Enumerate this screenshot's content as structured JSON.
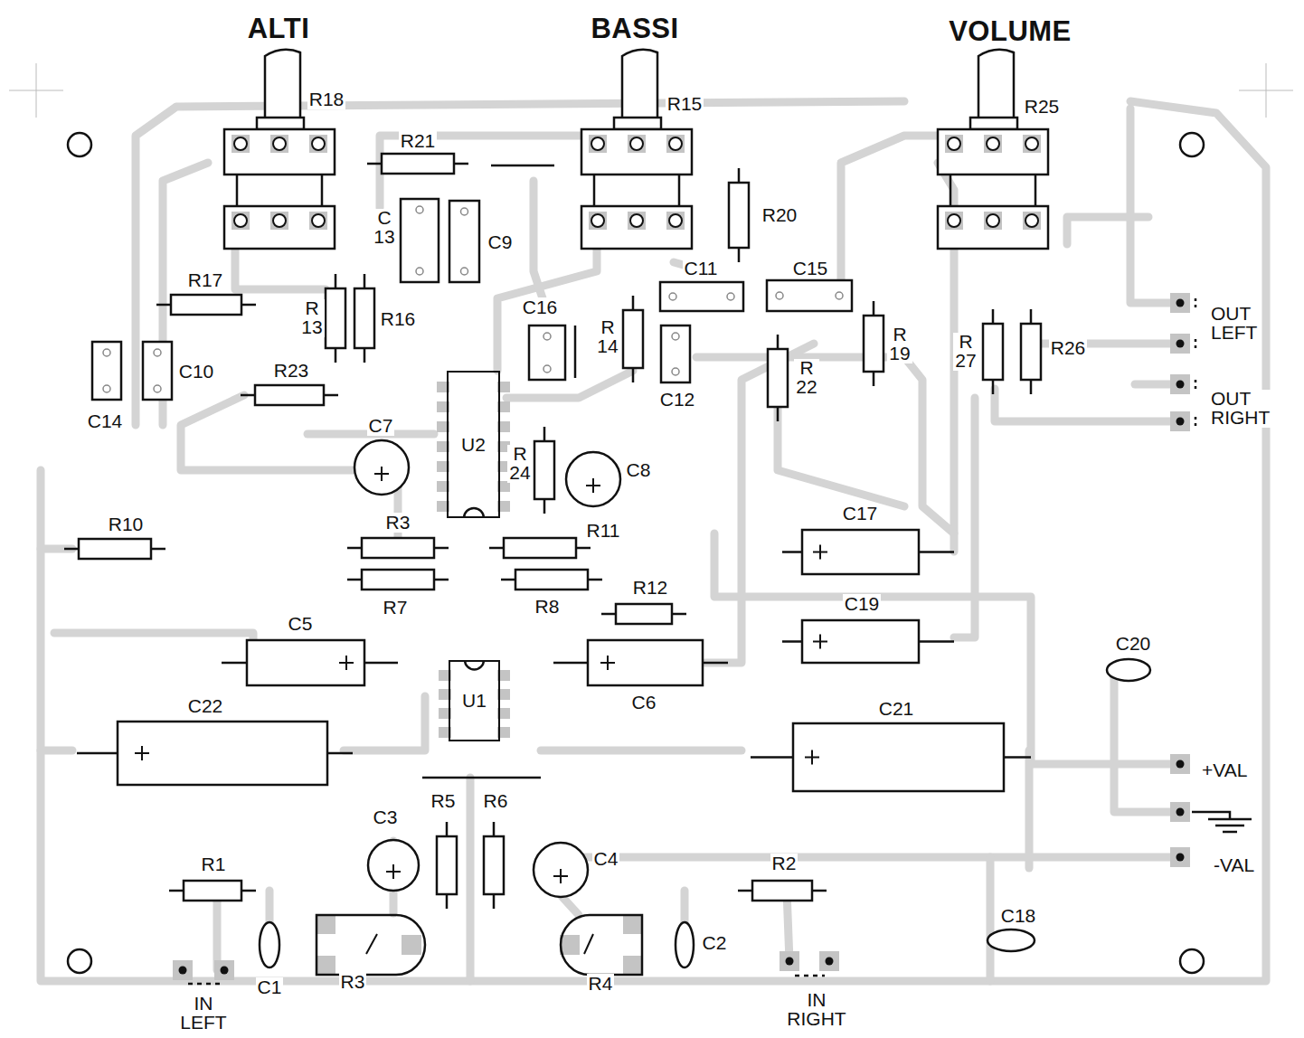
{
  "diagram": {
    "nodes": [
      {
        "text": [
          "U2"
        ]
      },
      {
        "text": [
          "U1"
        ]
      }
    ],
    "labels": [
      "ALTI",
      "BASSI",
      "VOLUME",
      "R18",
      "R15",
      "R25",
      "R21",
      "C 13",
      "C9",
      "R20",
      "C11",
      "C15",
      "R17",
      "R 13",
      "R16",
      "C16",
      "R 14",
      "R 19",
      "R 22",
      "R 27",
      "R26",
      "OUT LEFT",
      "OUT RIGHT",
      "C14",
      "C10",
      "R23",
      "C12",
      "C7",
      "R 24",
      "C8",
      "R10",
      "R3",
      "R11",
      "C17",
      "R7",
      "R8",
      "R12",
      "C19",
      "C5",
      "C20",
      "C6",
      "C22",
      "C21",
      "+VAL",
      "-VAL",
      "C3",
      "R5",
      "R6",
      "C4",
      "R1",
      "R2",
      "C18",
      "C1",
      "R3",
      "R4",
      "C2",
      "IN LEFT",
      "IN RIGHT"
    ]
  }
}
